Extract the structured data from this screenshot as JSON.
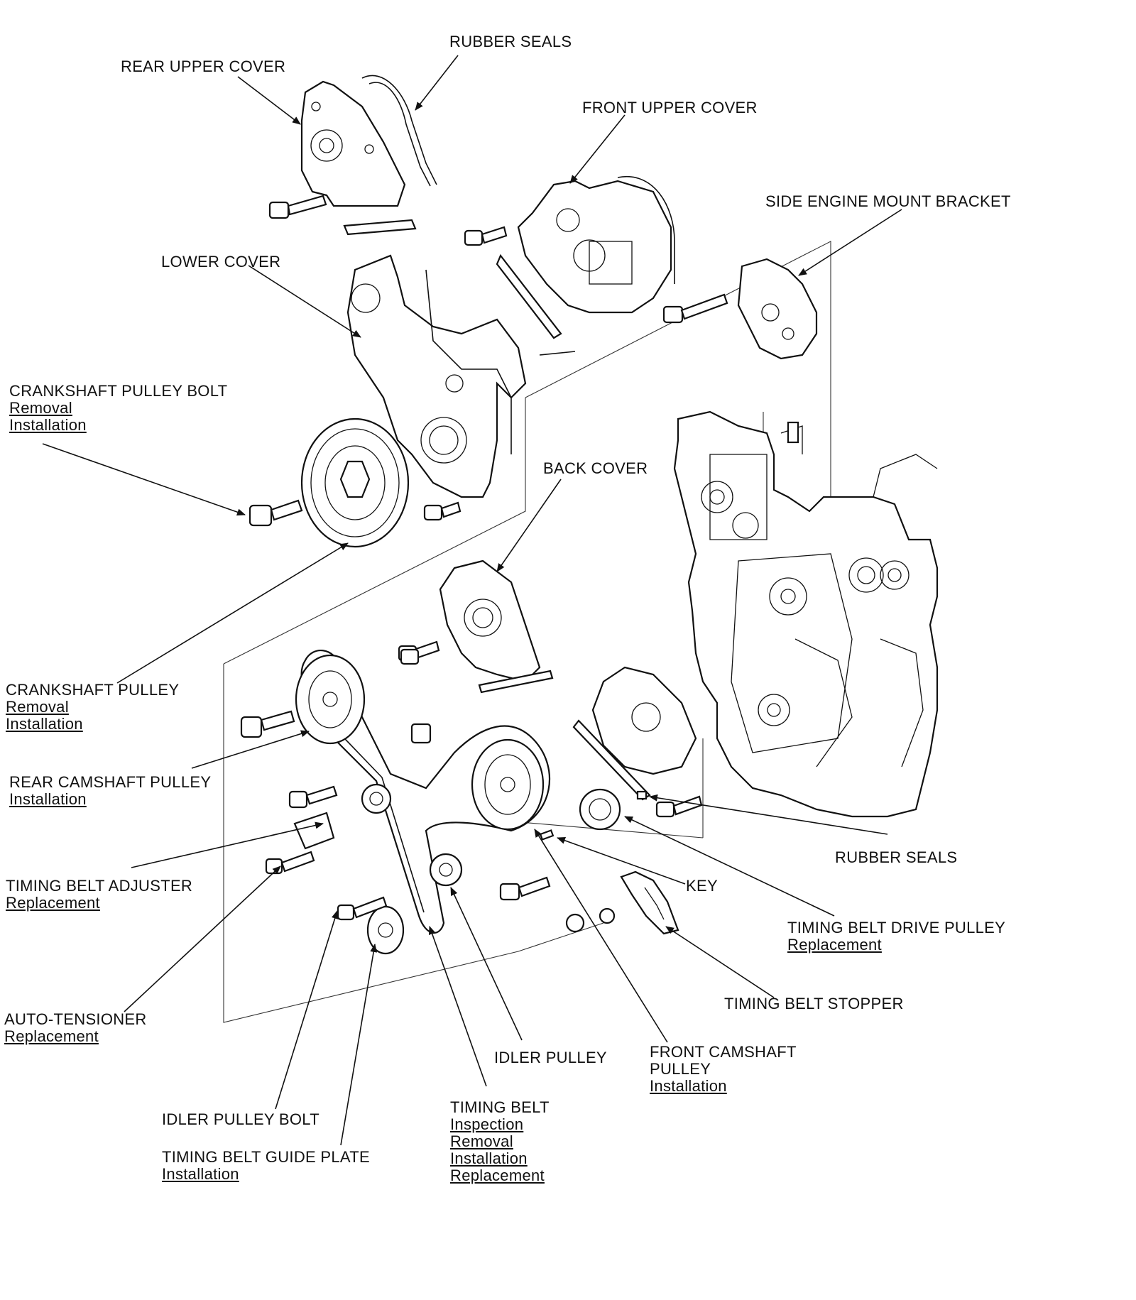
{
  "labels": {
    "rubber_seals_top": {
      "title": "RUBBER SEALS"
    },
    "rear_upper_cover": {
      "title": "REAR UPPER COVER"
    },
    "front_upper_cover": {
      "title": "FRONT UPPER COVER"
    },
    "side_engine_mount_bracket": {
      "title": "SIDE ENGINE MOUNT BRACKET"
    },
    "lower_cover": {
      "title": "LOWER COVER"
    },
    "crankshaft_pulley_bolt": {
      "title": "CRANKSHAFT PULLEY BOLT",
      "links": [
        "Removal",
        "Installation"
      ]
    },
    "back_cover": {
      "title": "BACK COVER"
    },
    "crankshaft_pulley": {
      "title": "CRANKSHAFT PULLEY",
      "links": [
        "Removal",
        "Installation"
      ]
    },
    "rear_camshaft_pulley": {
      "title": "REAR CAMSHAFT PULLEY",
      "links": [
        "Installation"
      ]
    },
    "rubber_seals_bottom": {
      "title": "RUBBER SEALS"
    },
    "timing_belt_adjuster": {
      "title": "TIMING BELT ADJUSTER",
      "links": [
        "Replacement"
      ]
    },
    "key": {
      "title": "KEY"
    },
    "timing_belt_drive_pulley": {
      "title": "TIMING BELT DRIVE PULLEY",
      "links": [
        "Replacement"
      ]
    },
    "auto_tensioner": {
      "title": "AUTO-TENSIONER",
      "links": [
        "Replacement"
      ]
    },
    "timing_belt_stopper": {
      "title": "TIMING BELT STOPPER"
    },
    "idler_pulley": {
      "title": "IDLER PULLEY"
    },
    "front_camshaft_pulley": {
      "title_lines": [
        "FRONT CAMSHAFT",
        "PULLEY"
      ],
      "links": [
        "Installation"
      ]
    },
    "idler_pulley_bolt": {
      "title": "IDLER PULLEY BOLT"
    },
    "timing_belt": {
      "title": "TIMING BELT",
      "links": [
        "Inspection",
        "Removal",
        "Installation",
        "Replacement"
      ]
    },
    "timing_belt_guide_plate": {
      "title": "TIMING BELT GUIDE PLATE",
      "links": [
        "Installation"
      ]
    }
  }
}
